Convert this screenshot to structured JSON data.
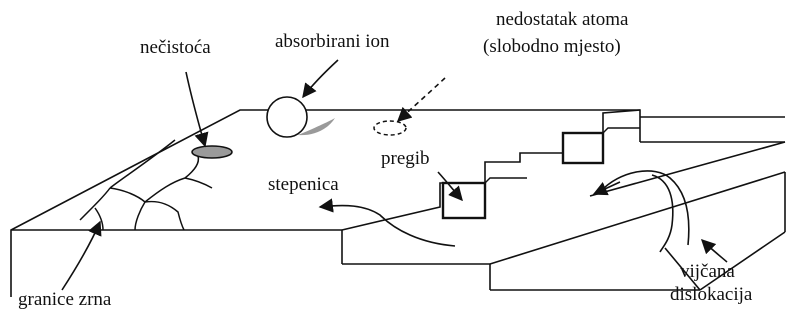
{
  "diagram": {
    "labels": {
      "impurity": "nečistoća",
      "adsorbed_ion": "absorbirani ion",
      "vacancy_line1": "nedostatak atoma",
      "vacancy_line2": "(slobodno mjesto)",
      "kink": "pregib",
      "step": "stepenica",
      "screw_dislocation_line1": "vijčana",
      "screw_dislocation_line2": "dislokacija",
      "grain_boundaries": "granice zrna"
    },
    "colors": {
      "stroke": "#111111",
      "fill_gray": "#9a9a9a",
      "background": "#ffffff"
    }
  }
}
